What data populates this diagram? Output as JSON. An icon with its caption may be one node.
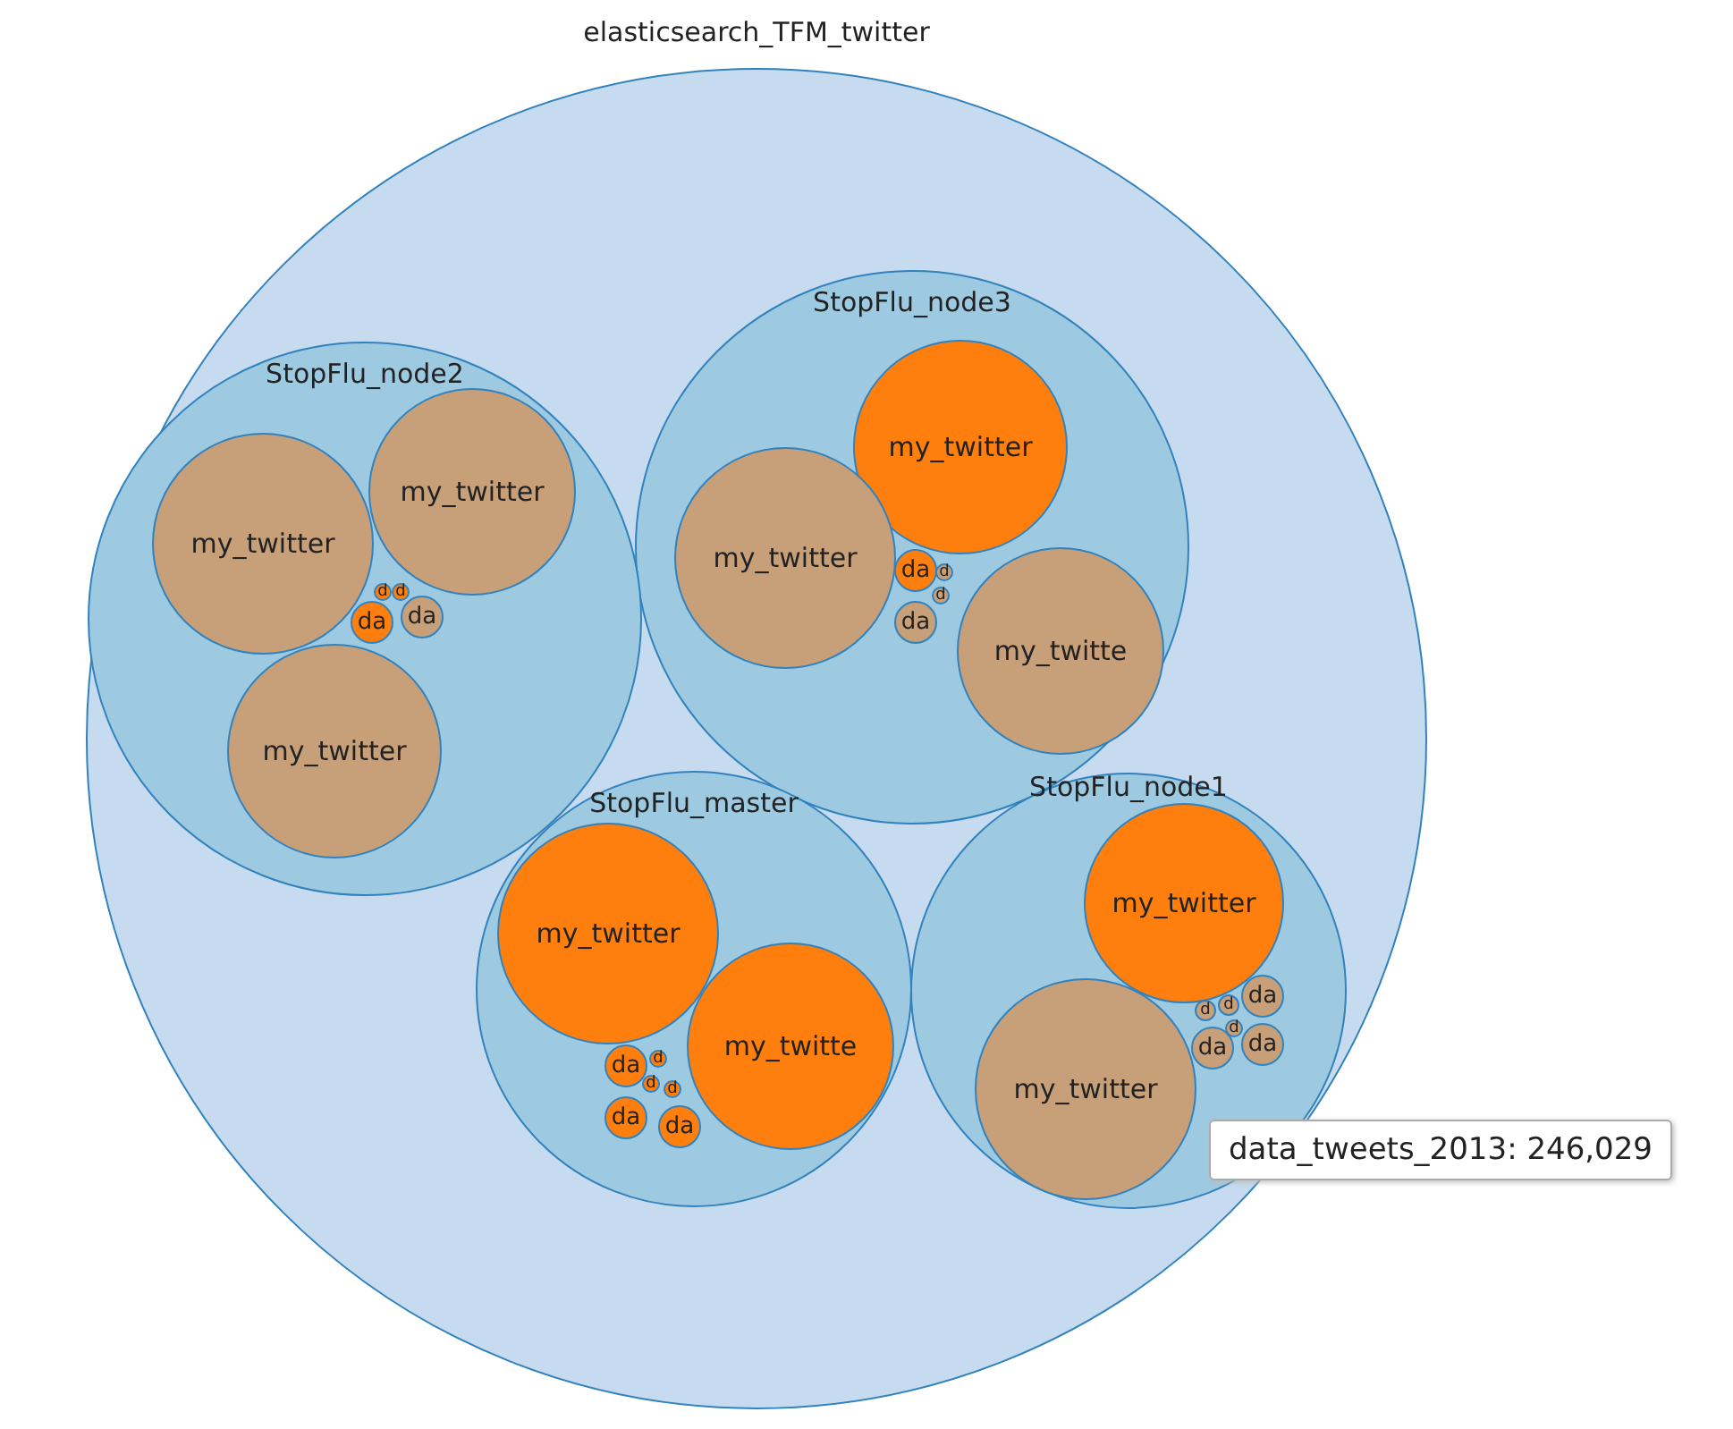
{
  "diagram": {
    "nodes": [
      {
        "text": [
          "elasticsearch_TFM_twitter"
        ]
      },
      {
        "text": [
          "StopFlu_node3"
        ],
        "in": 0
      },
      {
        "text": [
          "my_twitter"
        ],
        "in": 1
      },
      {
        "text": [
          "my_twitter"
        ],
        "in": 1
      },
      {
        "text": [
          "da"
        ],
        "in": 1
      },
      {
        "text": [
          "d"
        ],
        "in": 1
      },
      {
        "text": [
          "d"
        ],
        "in": 1
      },
      {
        "text": [
          "da"
        ],
        "in": 1
      },
      {
        "text": [
          "my_twitte"
        ],
        "in": 1
      },
      {
        "text": [
          "StopFlu_node2"
        ],
        "in": 0
      },
      {
        "text": [
          "my_twitter"
        ],
        "in": 9
      },
      {
        "text": [
          "my_twitter"
        ],
        "in": 9
      },
      {
        "text": [
          "d"
        ],
        "in": 9
      },
      {
        "text": [
          "d"
        ],
        "in": 9
      },
      {
        "text": [
          "da"
        ],
        "in": 9
      },
      {
        "text": [
          "da"
        ],
        "in": 9
      },
      {
        "text": [
          "my_twitter"
        ],
        "in": 9
      },
      {
        "text": [
          "StopFlu_master"
        ],
        "in": 0
      },
      {
        "text": [
          "my_twitter"
        ],
        "in": 17
      },
      {
        "text": [
          "da"
        ],
        "in": 17
      },
      {
        "text": [
          "d"
        ],
        "in": 17
      },
      {
        "text": [
          "d"
        ],
        "in": 17
      },
      {
        "text": [
          "d"
        ],
        "in": 17
      },
      {
        "text": [
          "my_twitte"
        ],
        "in": 17
      },
      {
        "text": [
          "da"
        ],
        "in": 17
      },
      {
        "text": [
          "da"
        ],
        "in": 17
      },
      {
        "text": [
          "StopFlu_node1"
        ],
        "in": 0
      },
      {
        "text": [
          "my_twitter"
        ],
        "in": 26
      },
      {
        "text": [
          "d"
        ],
        "in": 26
      },
      {
        "text": [
          "d"
        ],
        "in": 26
      },
      {
        "text": [
          "da"
        ],
        "in": 26
      },
      {
        "text": [
          "d"
        ],
        "in": 26
      },
      {
        "text": [
          "da"
        ],
        "in": 26
      },
      {
        "text": [
          "da"
        ],
        "in": 26
      },
      {
        "text": [
          "my_twitter"
        ],
        "in": 26
      }
    ],
    "labels": [
      "data_tweets_2013: 246,029"
    ]
  }
}
